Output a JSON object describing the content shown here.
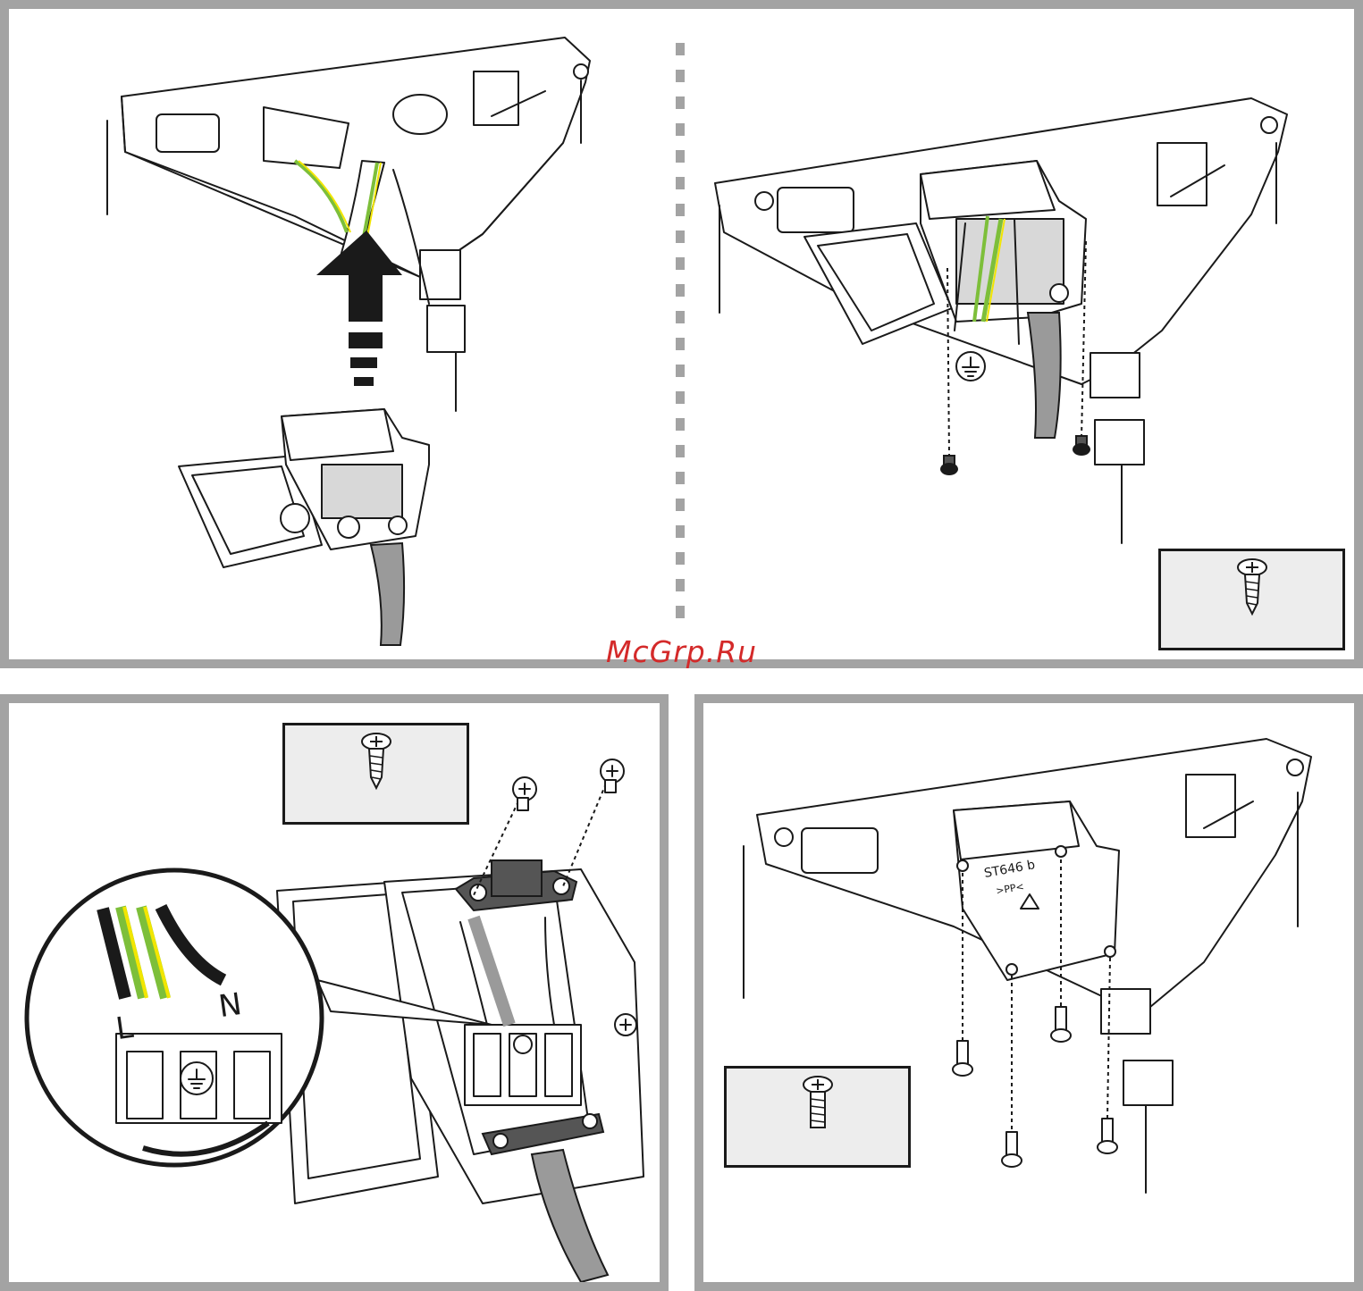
{
  "watermark": {
    "text": "McGrp.Ru",
    "color": "#d42a2a"
  },
  "colors": {
    "panel_border": "#a3a3a3",
    "screw_box_fill": "#ededed",
    "wire_green": "#7dbf3a",
    "wire_yellow": "#f2e600",
    "cable_grey": "#9a9a9a"
  },
  "panels": {
    "top": {
      "left_step": {
        "icons": [
          "ceiling-bracket",
          "up-arrow-icon",
          "terminal-box",
          "mains-cable"
        ]
      },
      "right_step": {
        "icons": [
          "ceiling-bracket",
          "terminal-box",
          "earth-symbol-icon",
          "screw-icon",
          "screw-icon"
        ],
        "screw_legend": "tapping-screw-icon"
      }
    },
    "bottom_left": {
      "terminal_labels": {
        "live": "L",
        "neutral": "N"
      },
      "icons": [
        "magnifier-detail",
        "earth-symbol-icon",
        "cable-clamp",
        "screw-icon",
        "screw-icon"
      ],
      "screw_legend": "tapping-screw-icon"
    },
    "bottom_right": {
      "cover_marking": {
        "line1": "ST646 b",
        "line2": ">PP<"
      },
      "icons": [
        "ceiling-bracket",
        "terminal-cover",
        "recycle-icon",
        "screw-icon",
        "screw-icon",
        "screw-icon",
        "screw-icon"
      ],
      "screw_legend": "machine-screw-icon"
    }
  }
}
